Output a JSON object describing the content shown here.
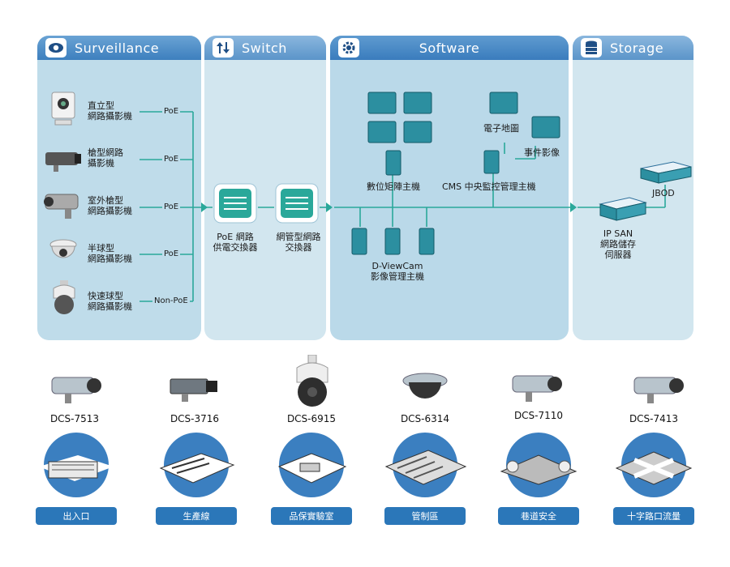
{
  "panels": {
    "surveillance": "Surveillance",
    "switch": "Switch",
    "software": "Software",
    "storage": "Storage"
  },
  "cameras": [
    {
      "label": "直立型\n網路攝影機",
      "link": "PoE"
    },
    {
      "label": "槍型網路\n攝影機",
      "link": "PoE"
    },
    {
      "label": "室外槍型\n網路攝影機",
      "link": "PoE"
    },
    {
      "label": "半球型\n網路攝影機",
      "link": "PoE"
    },
    {
      "label": "快速球型\n網路攝影機",
      "link": "Non-PoE"
    }
  ],
  "switches": {
    "poe": "PoE 網路\n供電交換器",
    "managed": "網管型網路\n交換器"
  },
  "software": {
    "matrix": "數位矩陣主機",
    "emap": "電子地圖",
    "event": "事件影像",
    "cms": "CMS 中央監控管理主機",
    "dviewcam": "D-ViewCam\n影像管理主機"
  },
  "storage": {
    "jbod": "JBOD",
    "ipsan": "IP SAN\n網路儲存\n伺服器"
  },
  "colors": {
    "accent": "#2aa89a",
    "badge": "#2b77b9"
  },
  "products": [
    {
      "model": "DCS-7513",
      "scene": "出入口"
    },
    {
      "model": "DCS-3716",
      "scene": "生產線"
    },
    {
      "model": "DCS-6915",
      "scene": "品保實驗室"
    },
    {
      "model": "DCS-6314",
      "scene": "管制區"
    },
    {
      "model": "DCS-7110",
      "scene": "巷道安全"
    },
    {
      "model": "DCS-7413",
      "scene": "十字路口流量"
    }
  ]
}
